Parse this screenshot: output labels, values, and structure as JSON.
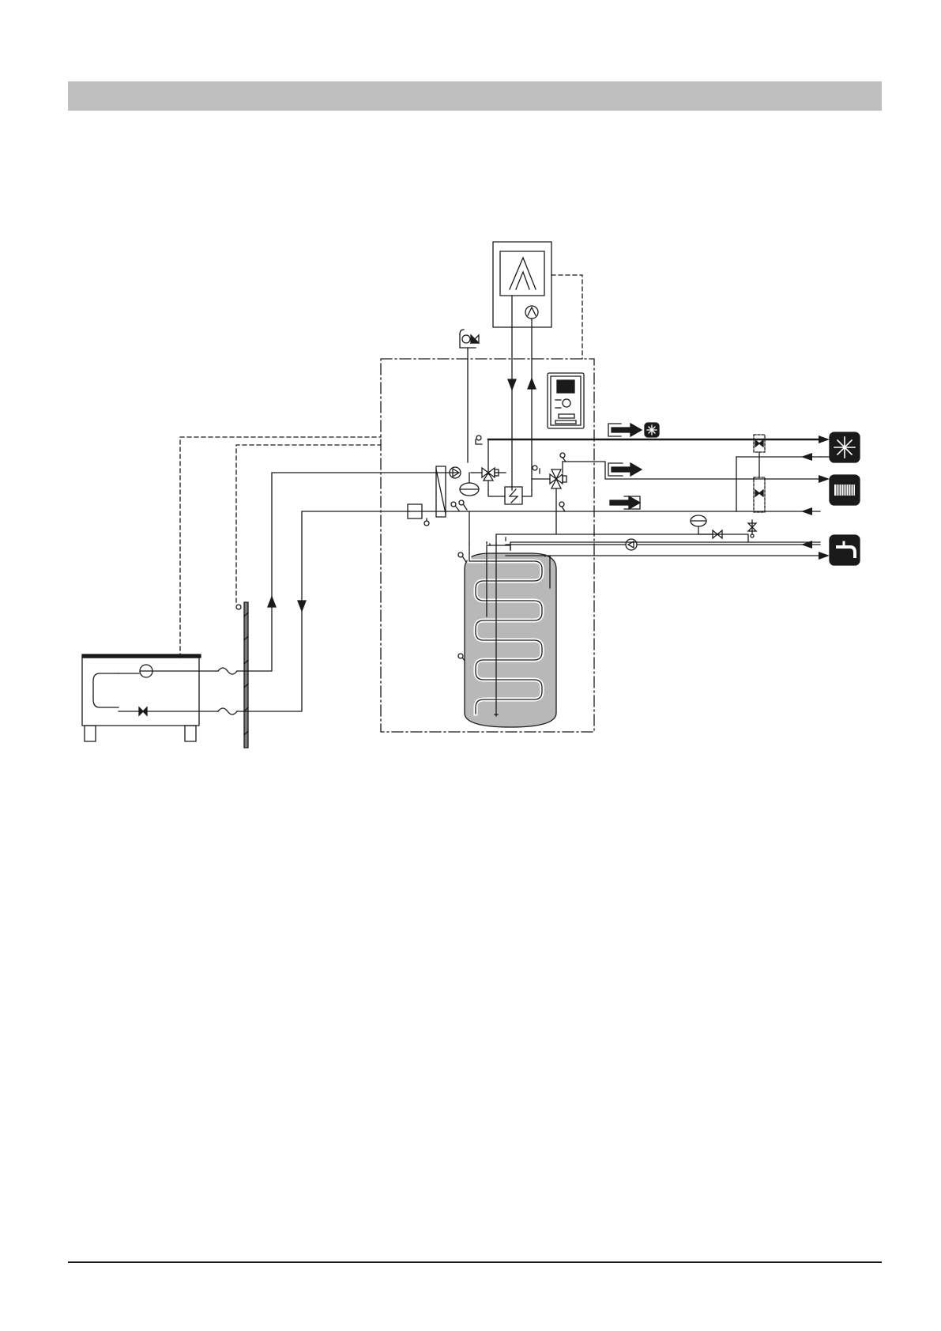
{
  "page": {
    "background": "#ffffff",
    "header_bar_color": "#bfbfbf",
    "line_color": "#1a1a1a",
    "tank_fill": "#b8b8b8"
  },
  "diagram": {
    "components": [
      {
        "name": "outdoor-heat-pump-unit",
        "icon": "heat-pump-outdoor-icon"
      },
      {
        "name": "wall-penetration",
        "icon": "wall-icon"
      },
      {
        "name": "boiler-unit",
        "icon": "boiler-icon"
      },
      {
        "name": "control-unit",
        "icon": "display-icon"
      },
      {
        "name": "storage-tank",
        "icon": "water-heater-icon"
      },
      {
        "name": "cooling-circuit",
        "icon": "snowflake-icon"
      },
      {
        "name": "heating-circuit",
        "icon": "radiator-icon"
      },
      {
        "name": "hot-water-outlet",
        "icon": "tap-icon"
      }
    ]
  }
}
